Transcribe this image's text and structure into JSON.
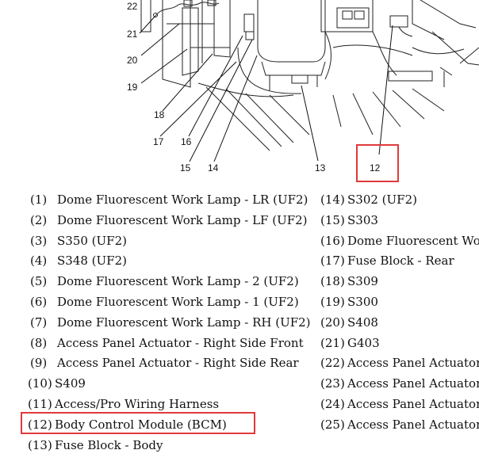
{
  "callouts": [
    "22",
    "21",
    "20",
    "19",
    "18",
    "17",
    "16",
    "15",
    "14",
    "13",
    "12"
  ],
  "highlight_color": "#e0393b",
  "legend": {
    "left": [
      {
        "num": "(1)",
        "text": "Dome Fluorescent Work Lamp - LR (UF2)"
      },
      {
        "num": "(2)",
        "text": "Dome Fluorescent Work Lamp - LF (UF2)"
      },
      {
        "num": "(3)",
        "text": "S350 (UF2)"
      },
      {
        "num": "(4)",
        "text": "S348 (UF2)"
      },
      {
        "num": "(5)",
        "text": "Dome Fluorescent Work Lamp - 2 (UF2)"
      },
      {
        "num": "(6)",
        "text": "Dome Fluorescent Work Lamp - 1 (UF2)"
      },
      {
        "num": "(7)",
        "text": "Dome Fluorescent Work Lamp - RH (UF2)"
      },
      {
        "num": "(8)",
        "text": "Access Panel Actuator - Right Side Front"
      },
      {
        "num": "(9)",
        "text": "Access Panel Actuator - Right Side Rear"
      },
      {
        "num": "(10)",
        "text": "S409"
      },
      {
        "num": "(11)",
        "text": "Access/Pro Wiring Harness"
      },
      {
        "num": "(12)",
        "text": "Body Control Module (BCM)"
      },
      {
        "num": "(13)",
        "text": "Fuse Block - Body"
      }
    ],
    "right": [
      {
        "num": "(14)",
        "text": "S302 (UF2)"
      },
      {
        "num": "(15)",
        "text": "S303"
      },
      {
        "num": "(16)",
        "text": "Dome Fluorescent Work"
      },
      {
        "num": "(17)",
        "text": "Fuse Block - Rear"
      },
      {
        "num": "(18)",
        "text": "S309"
      },
      {
        "num": "(19)",
        "text": "S300"
      },
      {
        "num": "(20)",
        "text": "S408"
      },
      {
        "num": "(21)",
        "text": "G403"
      },
      {
        "num": "(22)",
        "text": "Access Panel Actuator -"
      },
      {
        "num": "(23)",
        "text": "Access Panel Actuator -"
      },
      {
        "num": "(24)",
        "text": "Access Panel Actuator -"
      },
      {
        "num": "(25)",
        "text": "Access Panel Actuator -"
      }
    ]
  }
}
